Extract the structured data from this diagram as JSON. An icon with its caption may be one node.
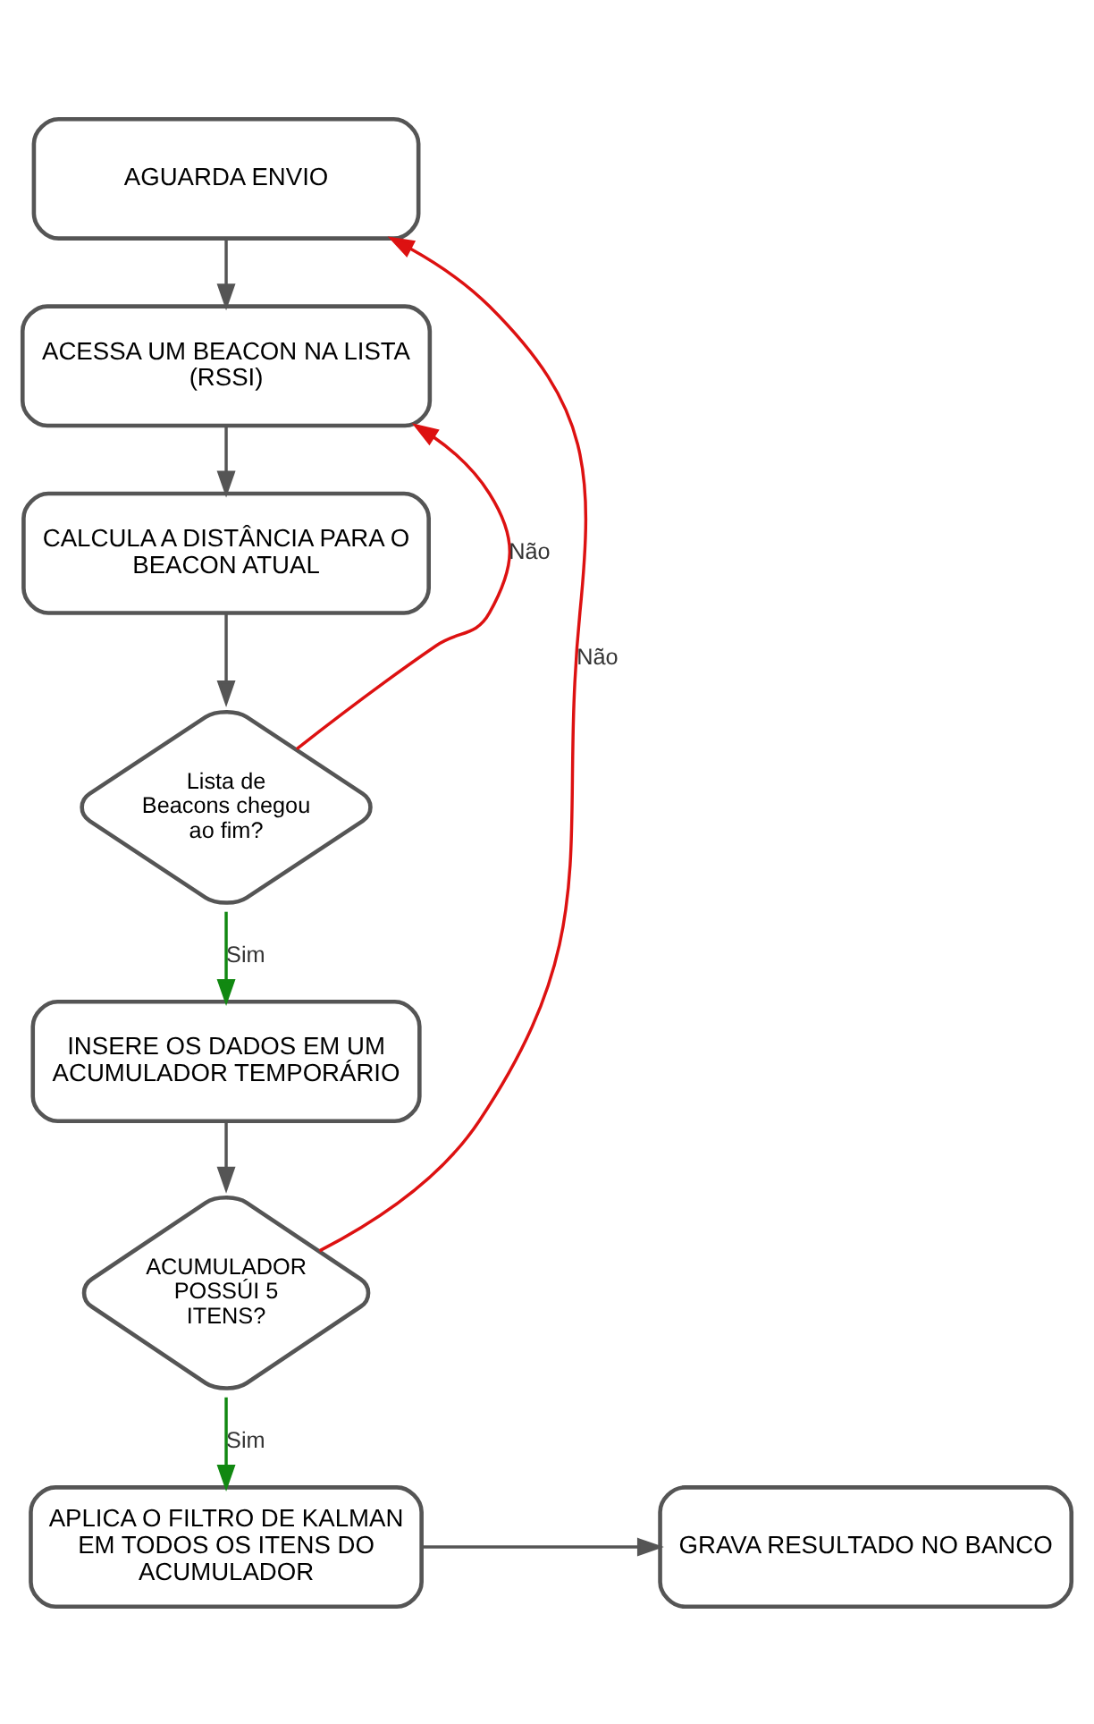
{
  "diagram": {
    "nodes": [
      {
        "text": [
          "AGUARDA ENVIO"
        ]
      },
      {
        "text": [
          "ACESSA UM BEACON NA LISTA (RSSI)"
        ]
      },
      {
        "text": [
          "CALCULA A DISTÂNCIA PARA O BEACON ATUAL"
        ]
      },
      {
        "text": [
          "Lista de Beacons chegou ao fim?"
        ]
      },
      {
        "text": [
          "INSERE OS DADOS EM UM ACUMULADOR TEMPORÁRIO"
        ]
      },
      {
        "text": [
          "ACUMULADOR POSSÚI 5 ITENS?"
        ]
      },
      {
        "text": [
          "APLICA O FILTRO DE KALMAN EM TODOS OS ITENS DO ACUMULADOR"
        ]
      },
      {
        "text": [
          "GRAVA RESULTADO NO BANCO"
        ]
      }
    ],
    "edges": [
      {
        "from": 0,
        "to": 1,
        "arrow": "to"
      },
      {
        "from": 1,
        "to": 2,
        "arrow": "to"
      },
      {
        "from": 2,
        "to": 3,
        "arrow": "to"
      },
      {
        "from": 3,
        "to": 1,
        "arrow": "to",
        "label": "Não",
        "color": "#dd1111"
      },
      {
        "from": 3,
        "to": 4,
        "arrow": "to",
        "label": "Sim",
        "color": "#118811"
      },
      {
        "from": 4,
        "to": 5,
        "arrow": "to"
      },
      {
        "from": 5,
        "to": 0,
        "arrow": "to",
        "label": "Não",
        "color": "#dd1111"
      },
      {
        "from": 5,
        "to": 6,
        "arrow": "to",
        "label": "Sim",
        "color": "#118811"
      },
      {
        "from": 6,
        "to": 7,
        "arrow": "to"
      }
    ]
  }
}
